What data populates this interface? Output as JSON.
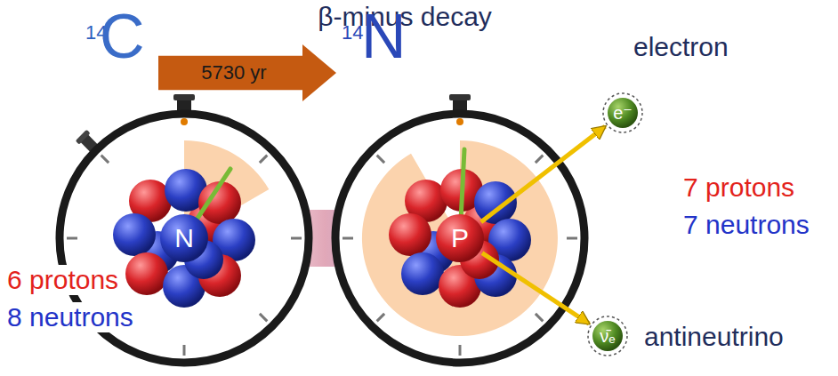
{
  "diagram": {
    "title": "β-minus decay",
    "nodes": [
      {
        "text": [
          "5730 yr"
        ]
      },
      {
        "text": [
          "N"
        ]
      },
      {
        "text": [
          "P"
        ]
      },
      {
        "text": [
          "e⁻"
        ]
      },
      {
        "text": [
          "ν̄ₑ"
        ]
      }
    ],
    "edges": [
      {
        "from": 2,
        "to": 3,
        "arrow": "to"
      },
      {
        "from": 2,
        "to": 4,
        "arrow": "to"
      }
    ],
    "labels": [
      "14",
      "C",
      "14",
      "N",
      "electron",
      "7 protons",
      "7 neutrons",
      "6 protons",
      "8 neutrons",
      "antineutrino"
    ]
  }
}
